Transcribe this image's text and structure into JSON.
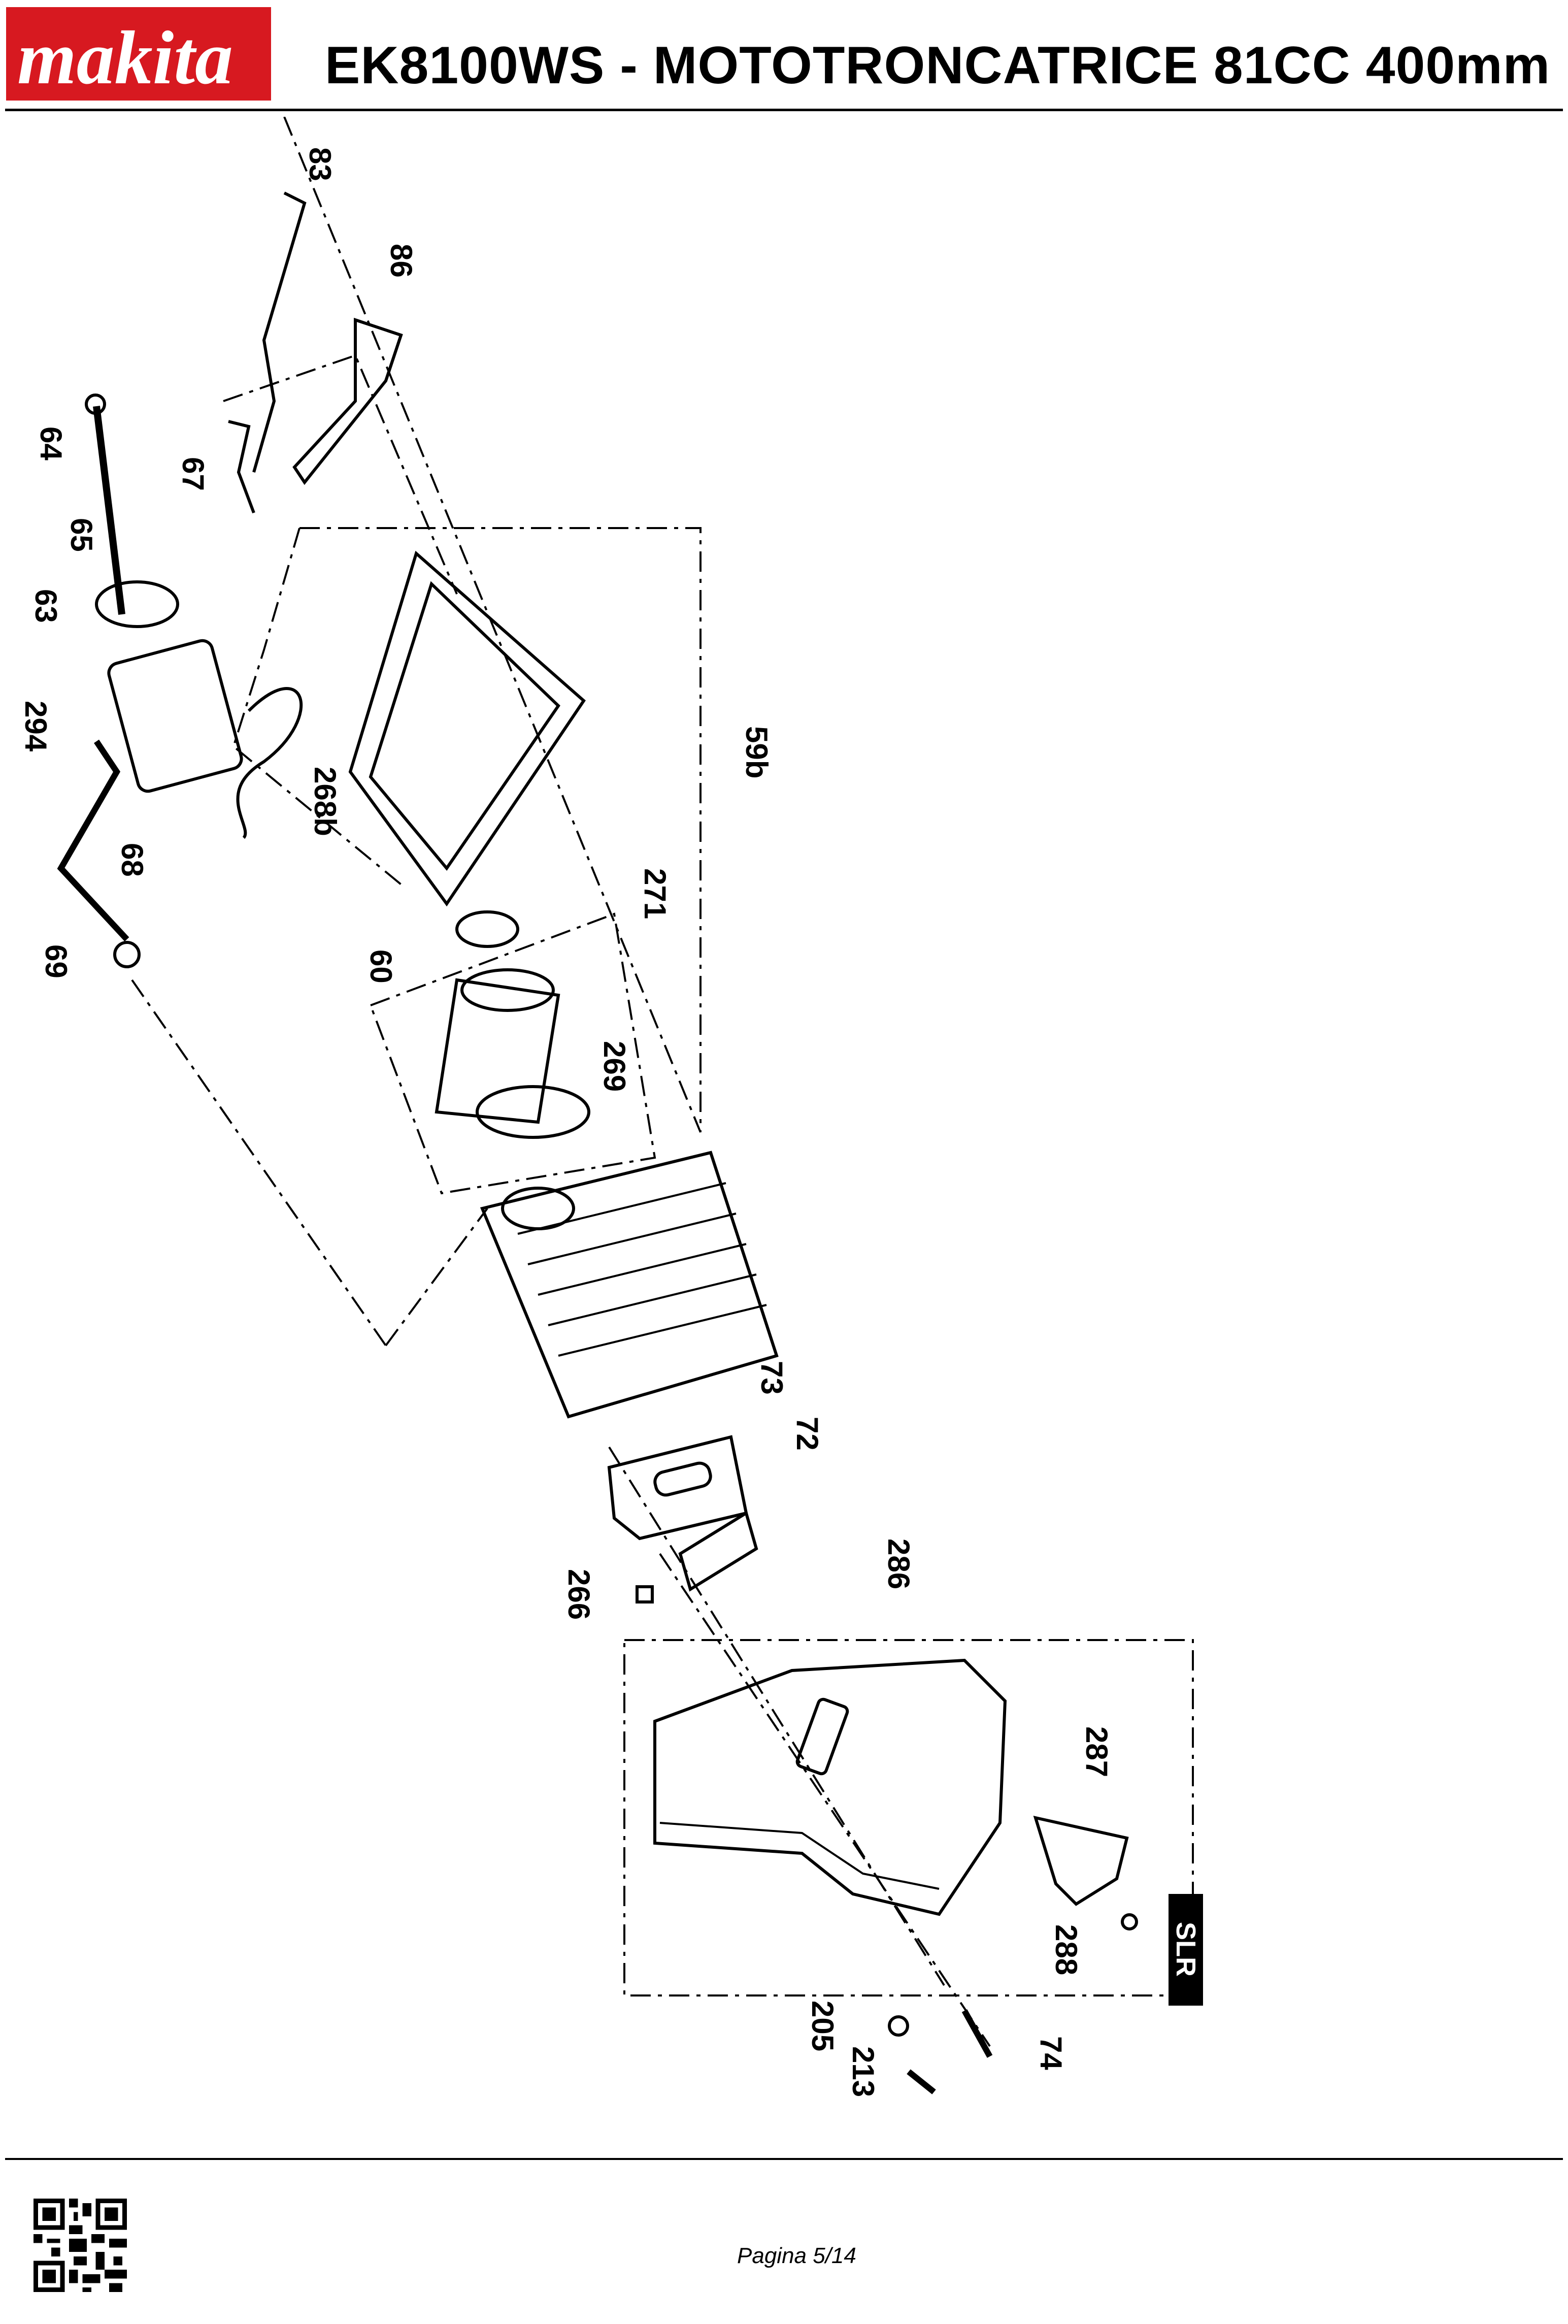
{
  "header": {
    "brand": "makita",
    "title": "EK8100WS - MOTOTRONCATRICE 81CC 400mm"
  },
  "diagram": {
    "badge": "SLR",
    "callouts": [
      "83",
      "86",
      "64",
      "67",
      "65",
      "63",
      "294",
      "268b",
      "59b",
      "68",
      "271",
      "60",
      "69",
      "269",
      "73",
      "72",
      "266",
      "286",
      "287",
      "288",
      "205",
      "213",
      "74"
    ]
  },
  "footer": {
    "page": "Pagina 5/14"
  },
  "colors": {
    "brand_red": "#d71920",
    "ink": "#000000",
    "paper": "#ffffff"
  }
}
